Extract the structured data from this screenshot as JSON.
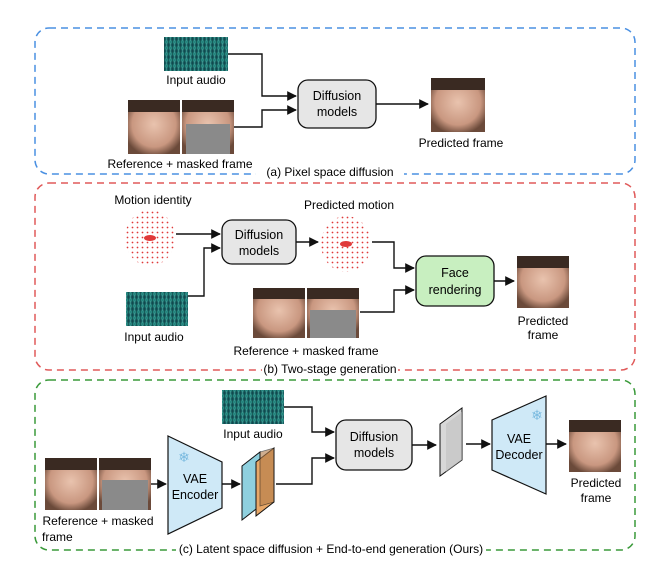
{
  "panels": {
    "a": {
      "caption": "(a) Pixel space diffusion",
      "border_color": "#4a90e2",
      "input_audio_label": "Input audio",
      "reference_label": "Reference + masked frame",
      "model_line1": "Diffusion",
      "model_line2": "models",
      "output_label": "Predicted frame"
    },
    "b": {
      "caption": "(b) Two-stage generation",
      "border_color": "#e05a5a",
      "motion_identity_label": "Motion identity",
      "predicted_motion_label": "Predicted motion",
      "model_line1": "Diffusion",
      "model_line2": "models",
      "render_line1": "Face",
      "render_line2": "rendering",
      "input_audio_label": "Input audio",
      "reference_label": "Reference + masked frame",
      "output_line1": "Predicted",
      "output_line2": "frame"
    },
    "c": {
      "caption": "(c) Latent space diffusion + End-to-end generation (Ours)",
      "border_color": "#3a9a3a",
      "input_audio_label": "Input audio",
      "encoder_line1": "VAE",
      "encoder_line2": "Encoder",
      "model_line1": "Diffusion",
      "model_line2": "models",
      "decoder_line1": "VAE",
      "decoder_line2": "Decoder",
      "reference_line1": "Reference + masked",
      "reference_line2": "frame",
      "output_line1": "Predicted",
      "output_line2": "frame"
    }
  },
  "colors": {
    "diffusion_box": "#e6e6e6",
    "face_render_box": "#c8efc0",
    "vae_block": "#cfe9f7",
    "latent_blue": "#8fd0de",
    "latent_orange": "#e8a868",
    "mask_gray": "#8a8a8a",
    "spectrogram": "#1d6f6a",
    "landmarks": "#e03a3a"
  }
}
